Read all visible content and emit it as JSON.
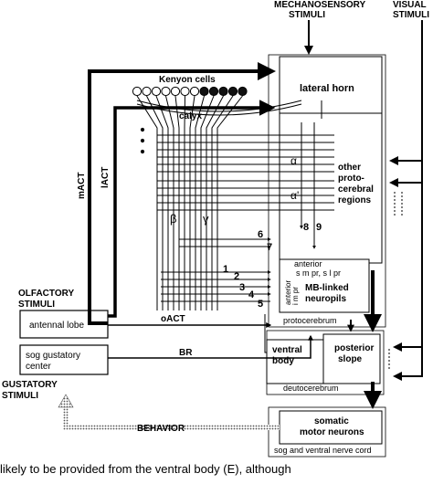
{
  "stimuli": {
    "mechanosensory": [
      "MECHANOSENSORY",
      "STIMULI"
    ],
    "visual": [
      "VISUAL",
      "STIMULI"
    ],
    "olfactory": [
      "OLFACTORY",
      "STIMULI"
    ],
    "gustatory": [
      "GUSTATORY",
      "STIMULI"
    ]
  },
  "nodes": {
    "kenyon_cells": "Kenyon cells",
    "calyx": "calyx",
    "lateral_horn": "lateral horn",
    "other_protocerebral": [
      "other",
      "proto-",
      "cerebral",
      "regions"
    ],
    "antennal_lobe": "antennal lobe",
    "sog_gustatory": [
      "sog gustatory",
      "center"
    ],
    "protocerebrum": "protocerebrum",
    "mb_linked": [
      "MB-linked",
      "neuropils"
    ],
    "anterior": "anterior",
    "sub_regions": "s m pr, s l pr",
    "anterior_vertical": [
      "anterior",
      "i m pr"
    ],
    "ventral_body": [
      "ventral",
      "body"
    ],
    "posterior_slope": [
      "posterior",
      "slope"
    ],
    "deutocerebrum": "deutocerebrum",
    "somatic_motor": [
      "somatic",
      "motor neurons"
    ],
    "sog_vnc": "sog and ventral nerve cord"
  },
  "tracts": {
    "mACT": "mACT",
    "lACT": "lACT",
    "oACT": "oACT",
    "BR": "BR",
    "behavior": "BEHAVIOR"
  },
  "lobes": {
    "alpha": "α",
    "alpha_prime": "α'",
    "beta": "β",
    "gamma": "γ"
  },
  "numbers": [
    "1",
    "2",
    "3",
    "4",
    "5",
    "6",
    "7",
    "8",
    "9"
  ],
  "caption": "likely to be provided from the ventral body (E), although"
}
